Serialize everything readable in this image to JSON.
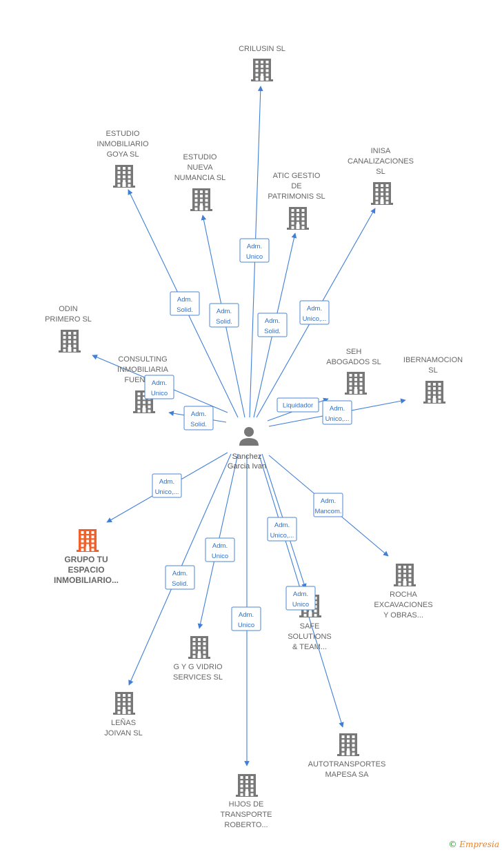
{
  "center": {
    "name": [
      "Sanchez",
      "Garcia Ivan"
    ]
  },
  "colors": {
    "edge": "#3f7fd8",
    "building": "#777777",
    "highlight": "#f0602a"
  },
  "companies": [
    {
      "id": "crilusin",
      "lines": [
        "CRILUSIN  SL"
      ],
      "highlight": false
    },
    {
      "id": "estudio-goya",
      "lines": [
        "ESTUDIO",
        "INMOBILIARIO",
        "GOYA  SL"
      ],
      "highlight": false
    },
    {
      "id": "estudio-numancia",
      "lines": [
        "ESTUDIO",
        "NUEVA",
        "NUMANCIA  SL"
      ],
      "highlight": false
    },
    {
      "id": "atic",
      "lines": [
        "ATIC GESTIO",
        "DE",
        "PATRIMONIS  SL"
      ],
      "highlight": false
    },
    {
      "id": "inisa",
      "lines": [
        "INISA",
        "CANALIZACIONES",
        "SL"
      ],
      "highlight": false
    },
    {
      "id": "odin",
      "lines": [
        "ODIN",
        "PRIMERO  SL"
      ],
      "highlight": false
    },
    {
      "id": "consulting",
      "lines": [
        "CONSULTING",
        "INMOBILIARIA",
        "FUENTE..."
      ],
      "highlight": false
    },
    {
      "id": "seh",
      "lines": [
        "SEH",
        "ABOGADOS  SL"
      ],
      "highlight": false
    },
    {
      "id": "ibernamocion",
      "lines": [
        "IBERNAMOCION",
        "SL"
      ],
      "highlight": false
    },
    {
      "id": "grupo",
      "lines": [
        "GRUPO TU",
        "ESPACIO",
        "INMOBILIARIO..."
      ],
      "highlight": true
    },
    {
      "id": "rocha",
      "lines": [
        "ROCHA",
        "EXCAVACIONES",
        "Y OBRAS..."
      ],
      "highlight": false
    },
    {
      "id": "safe",
      "lines": [
        "SAFE",
        "SOLUTIONS",
        "& TEAM..."
      ],
      "highlight": false
    },
    {
      "id": "gyg",
      "lines": [
        "G Y G VIDRIO",
        "SERVICES  SL"
      ],
      "highlight": false
    },
    {
      "id": "lenas",
      "lines": [
        "LEÑAS",
        "JOIVAN  SL"
      ],
      "highlight": false
    },
    {
      "id": "auto",
      "lines": [
        "AUTOTRANSPORTES",
        "MAPESA SA"
      ],
      "highlight": false
    },
    {
      "id": "hijos",
      "lines": [
        "HIJOS DE",
        "TRANSPORTE",
        "ROBERTO..."
      ],
      "highlight": false
    }
  ],
  "roles": [
    {
      "id": "crilusin",
      "lines": [
        "Adm.",
        "Unico"
      ]
    },
    {
      "id": "estudio-goya",
      "lines": [
        "Adm.",
        "Solid."
      ]
    },
    {
      "id": "estudio-numancia",
      "lines": [
        "Adm.",
        "Solid."
      ]
    },
    {
      "id": "atic",
      "lines": [
        "Adm.",
        "Solid."
      ]
    },
    {
      "id": "inisa",
      "lines": [
        "Adm.",
        "Unico,..."
      ]
    },
    {
      "id": "odin",
      "lines": [
        "Adm.",
        "Unico"
      ]
    },
    {
      "id": "consulting",
      "lines": [
        "Adm.",
        "Solid."
      ]
    },
    {
      "id": "seh",
      "lines": [
        "Liquidador"
      ]
    },
    {
      "id": "ibernamocion",
      "lines": [
        "Adm.",
        "Unico,..."
      ]
    },
    {
      "id": "grupo",
      "lines": [
        "Adm.",
        "Unico,..."
      ]
    },
    {
      "id": "rocha",
      "lines": [
        "Adm.",
        "Mancom."
      ]
    },
    {
      "id": "safe",
      "lines": [
        "Adm.",
        "Unico,..."
      ]
    },
    {
      "id": "auto",
      "lines": [
        "Adm.",
        "Unico"
      ]
    },
    {
      "id": "gyg",
      "lines": [
        "Adm.",
        "Unico"
      ]
    },
    {
      "id": "lenas",
      "lines": [
        "Adm.",
        "Solid."
      ]
    },
    {
      "id": "hijos",
      "lines": [
        "Adm.",
        "Unico"
      ]
    }
  ],
  "footer": {
    "copyright_symbol": "©",
    "brand": "Empresia"
  }
}
